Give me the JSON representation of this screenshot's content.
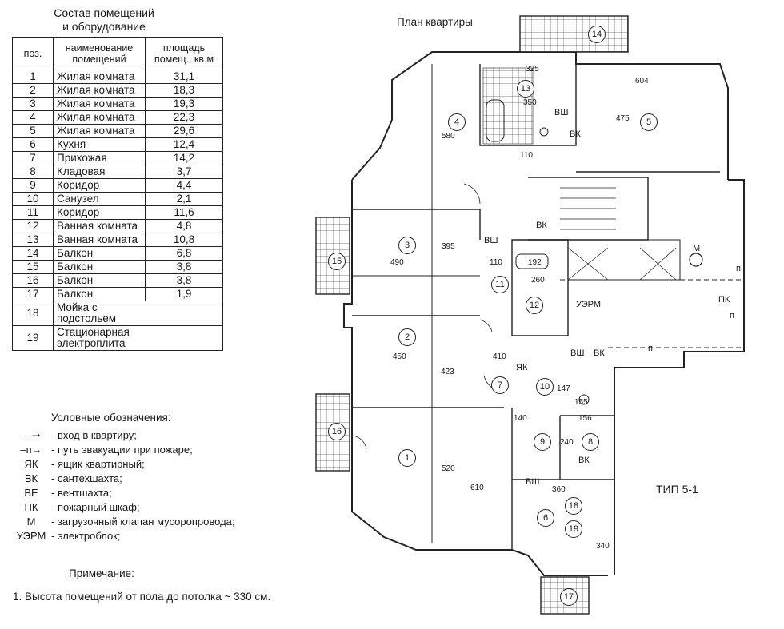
{
  "table": {
    "title_line1": "Состав помещений",
    "title_line2": "и оборудование",
    "col_num": "поз.",
    "col_name_1": "наименование",
    "col_name_2": "помещений",
    "col_area_1": "площадь",
    "col_area_2": "помещ., кв.м",
    "rows": [
      {
        "n": "1",
        "name": "Жилая комната",
        "area": "31,1"
      },
      {
        "n": "2",
        "name": "Жилая комната",
        "area": "18,3"
      },
      {
        "n": "3",
        "name": "Жилая комната",
        "area": "19,3"
      },
      {
        "n": "4",
        "name": "Жилая комната",
        "area": "22,3"
      },
      {
        "n": "5",
        "name": "Жилая комната",
        "area": "29,6"
      },
      {
        "n": "6",
        "name": "Кухня",
        "area": "12,4"
      },
      {
        "n": "7",
        "name": "Прихожая",
        "area": "14,2"
      },
      {
        "n": "8",
        "name": "Кладовая",
        "area": "3,7"
      },
      {
        "n": "9",
        "name": "Коридор",
        "area": "4,4"
      },
      {
        "n": "10",
        "name": "Санузел",
        "area": "2,1"
      },
      {
        "n": "11",
        "name": "Коридор",
        "area": "11,6"
      },
      {
        "n": "12",
        "name": "Ванная комната",
        "area": "4,8"
      },
      {
        "n": "13",
        "name": "Ванная комната",
        "area": "10,8"
      },
      {
        "n": "14",
        "name": "Балкон",
        "area": "6,8"
      },
      {
        "n": "15",
        "name": "Балкон",
        "area": "3,8"
      },
      {
        "n": "16",
        "name": "Балкон",
        "area": "3,8"
      },
      {
        "n": "17",
        "name": "Балкон",
        "area": "1,9"
      }
    ],
    "row18_n": "18",
    "row18_l1": "Мойка с",
    "row18_l2": "подстольем",
    "row19_n": "19",
    "row19_l1": "Стационарная",
    "row19_l2": "электроплита"
  },
  "legend": {
    "title": "Условные обозначения:",
    "items": [
      {
        "key": "- -➝",
        "text": "- вход в квартиру;"
      },
      {
        "key": "–п→",
        "text": "- путь эвакуации при пожаре;"
      },
      {
        "key": "ЯК",
        "text": "- ящик квартирный;"
      },
      {
        "key": "ВК",
        "text": "- сантехшахта;"
      },
      {
        "key": "ВЕ",
        "text": "- вентшахта;"
      },
      {
        "key": "ПК",
        "text": "- пожарный шкаф;"
      },
      {
        "key": "М",
        "text": "- загрузочный клапан мусоропровода;"
      },
      {
        "key": "УЭРМ",
        "text": "- электроблок;"
      }
    ]
  },
  "note": {
    "title": "Примечание:",
    "text": "1. Высота помещений от пола до потолка  ~ 330 см."
  },
  "plan": {
    "title": "План квартиры",
    "type": "ТИП 5-1",
    "room_numbers": [
      "1",
      "2",
      "3",
      "4",
      "5",
      "6",
      "7",
      "8",
      "9",
      "10",
      "11",
      "12",
      "13",
      "14",
      "15",
      "16",
      "17",
      "18",
      "19"
    ],
    "dims": [
      "325",
      "350",
      "604",
      "475",
      "580",
      "110",
      "490",
      "110",
      "192",
      "395",
      "450",
      "410",
      "423",
      "140",
      "156",
      "240",
      "360",
      "520",
      "610",
      "340",
      "147",
      "155",
      "260"
    ],
    "tags": [
      "ВШ",
      "ВК",
      "ВК",
      "ВШ",
      "М",
      "ПК",
      "УЭРМ",
      "ВШ",
      "ВК",
      "ЯК",
      "ВК",
      "ВШ",
      "п",
      "п",
      "п"
    ]
  }
}
